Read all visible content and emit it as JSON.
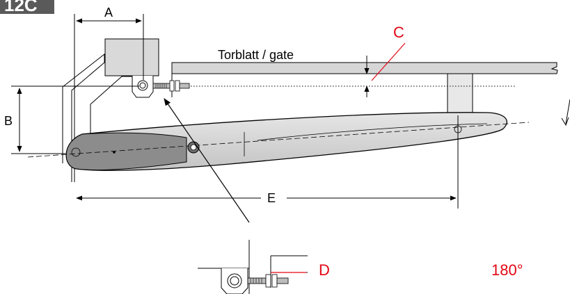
{
  "figure_tag": "12C",
  "labels": {
    "a": "A",
    "b": "B",
    "c": "C",
    "d": "D",
    "e": "E",
    "gate": "Torblatt / gate",
    "angle": "180°"
  },
  "colors": {
    "accent_red": "#e30613",
    "tag_bg": "#5a5a5a",
    "actuator_dark": "#8c8c8c",
    "actuator_light": "#d9d9d9",
    "gate_fill": "#d6d6d6",
    "bracket_fill": "#d9d9d9"
  }
}
